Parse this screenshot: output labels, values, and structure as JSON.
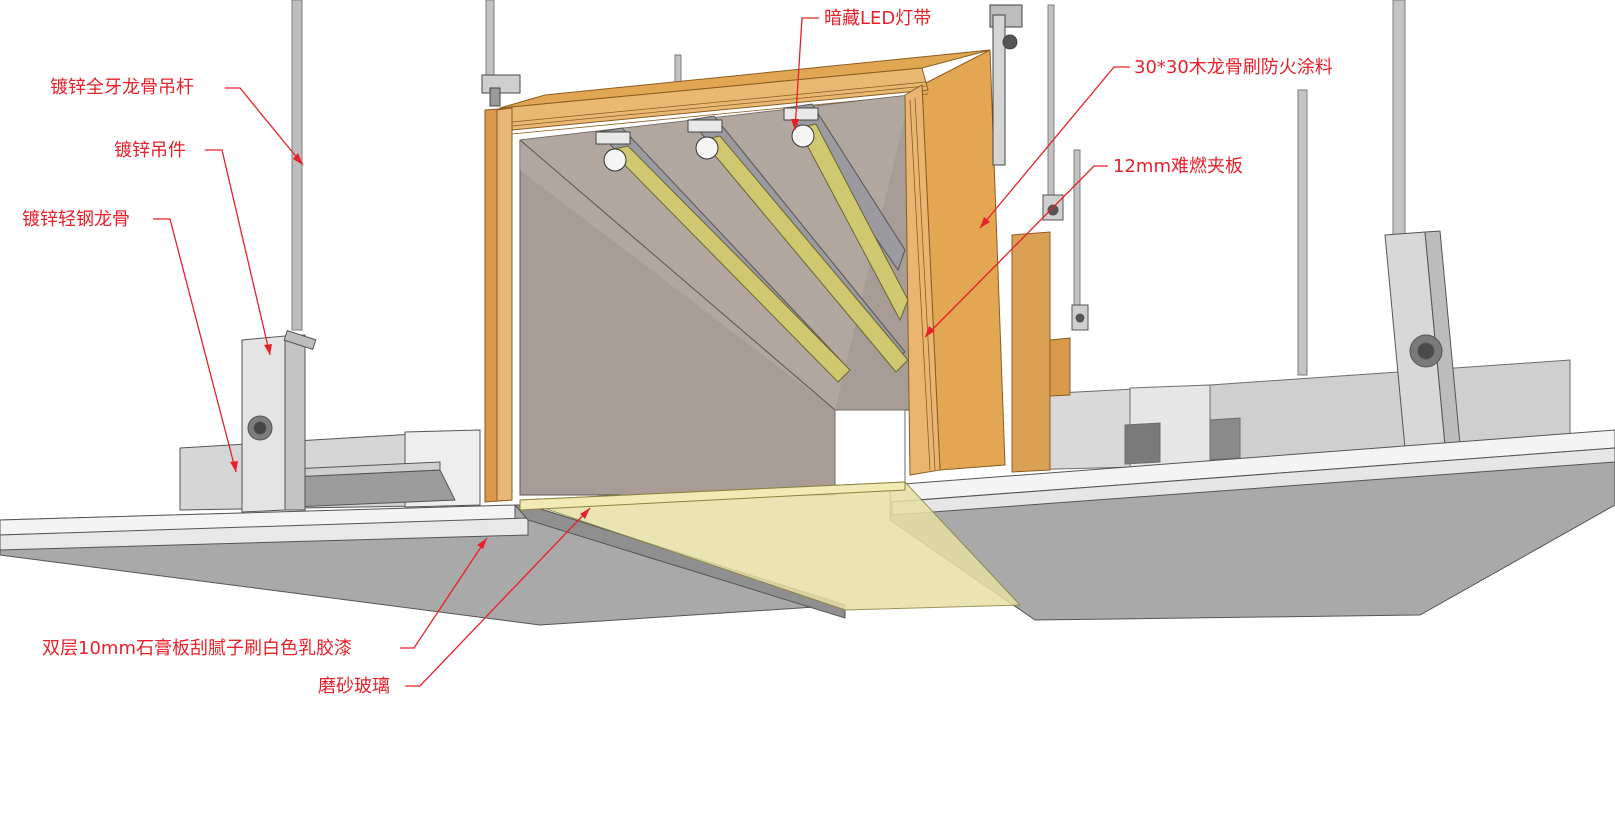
{
  "labels": {
    "hanger_rod": "镀锌全牙龙骨吊杆",
    "hanger_clip": "镀锌吊件",
    "light_steel_keel": "镀锌轻钢龙骨",
    "hidden_led": "暗藏LED灯带",
    "wood_keel": "30*30木龙骨刷防火涂料",
    "plywood": "12mm难燃夹板",
    "gypsum_board": "双层10mm石膏板刮腻子刷白色乳胶漆",
    "frosted_glass": "磨砂玻璃"
  },
  "colors": {
    "callout_red": "#e8202a",
    "plywood_orange": "#e0a04d",
    "plywood_edge": "#c9822e",
    "inner_wall_grey": "#a69a92",
    "led_tube": "#c8c46a",
    "glass_yellow": "#e9e0a0",
    "board_grey": "#a8a8a8",
    "board_edge": "#f2f2f2",
    "steel_grey": "#d4d4d4"
  }
}
